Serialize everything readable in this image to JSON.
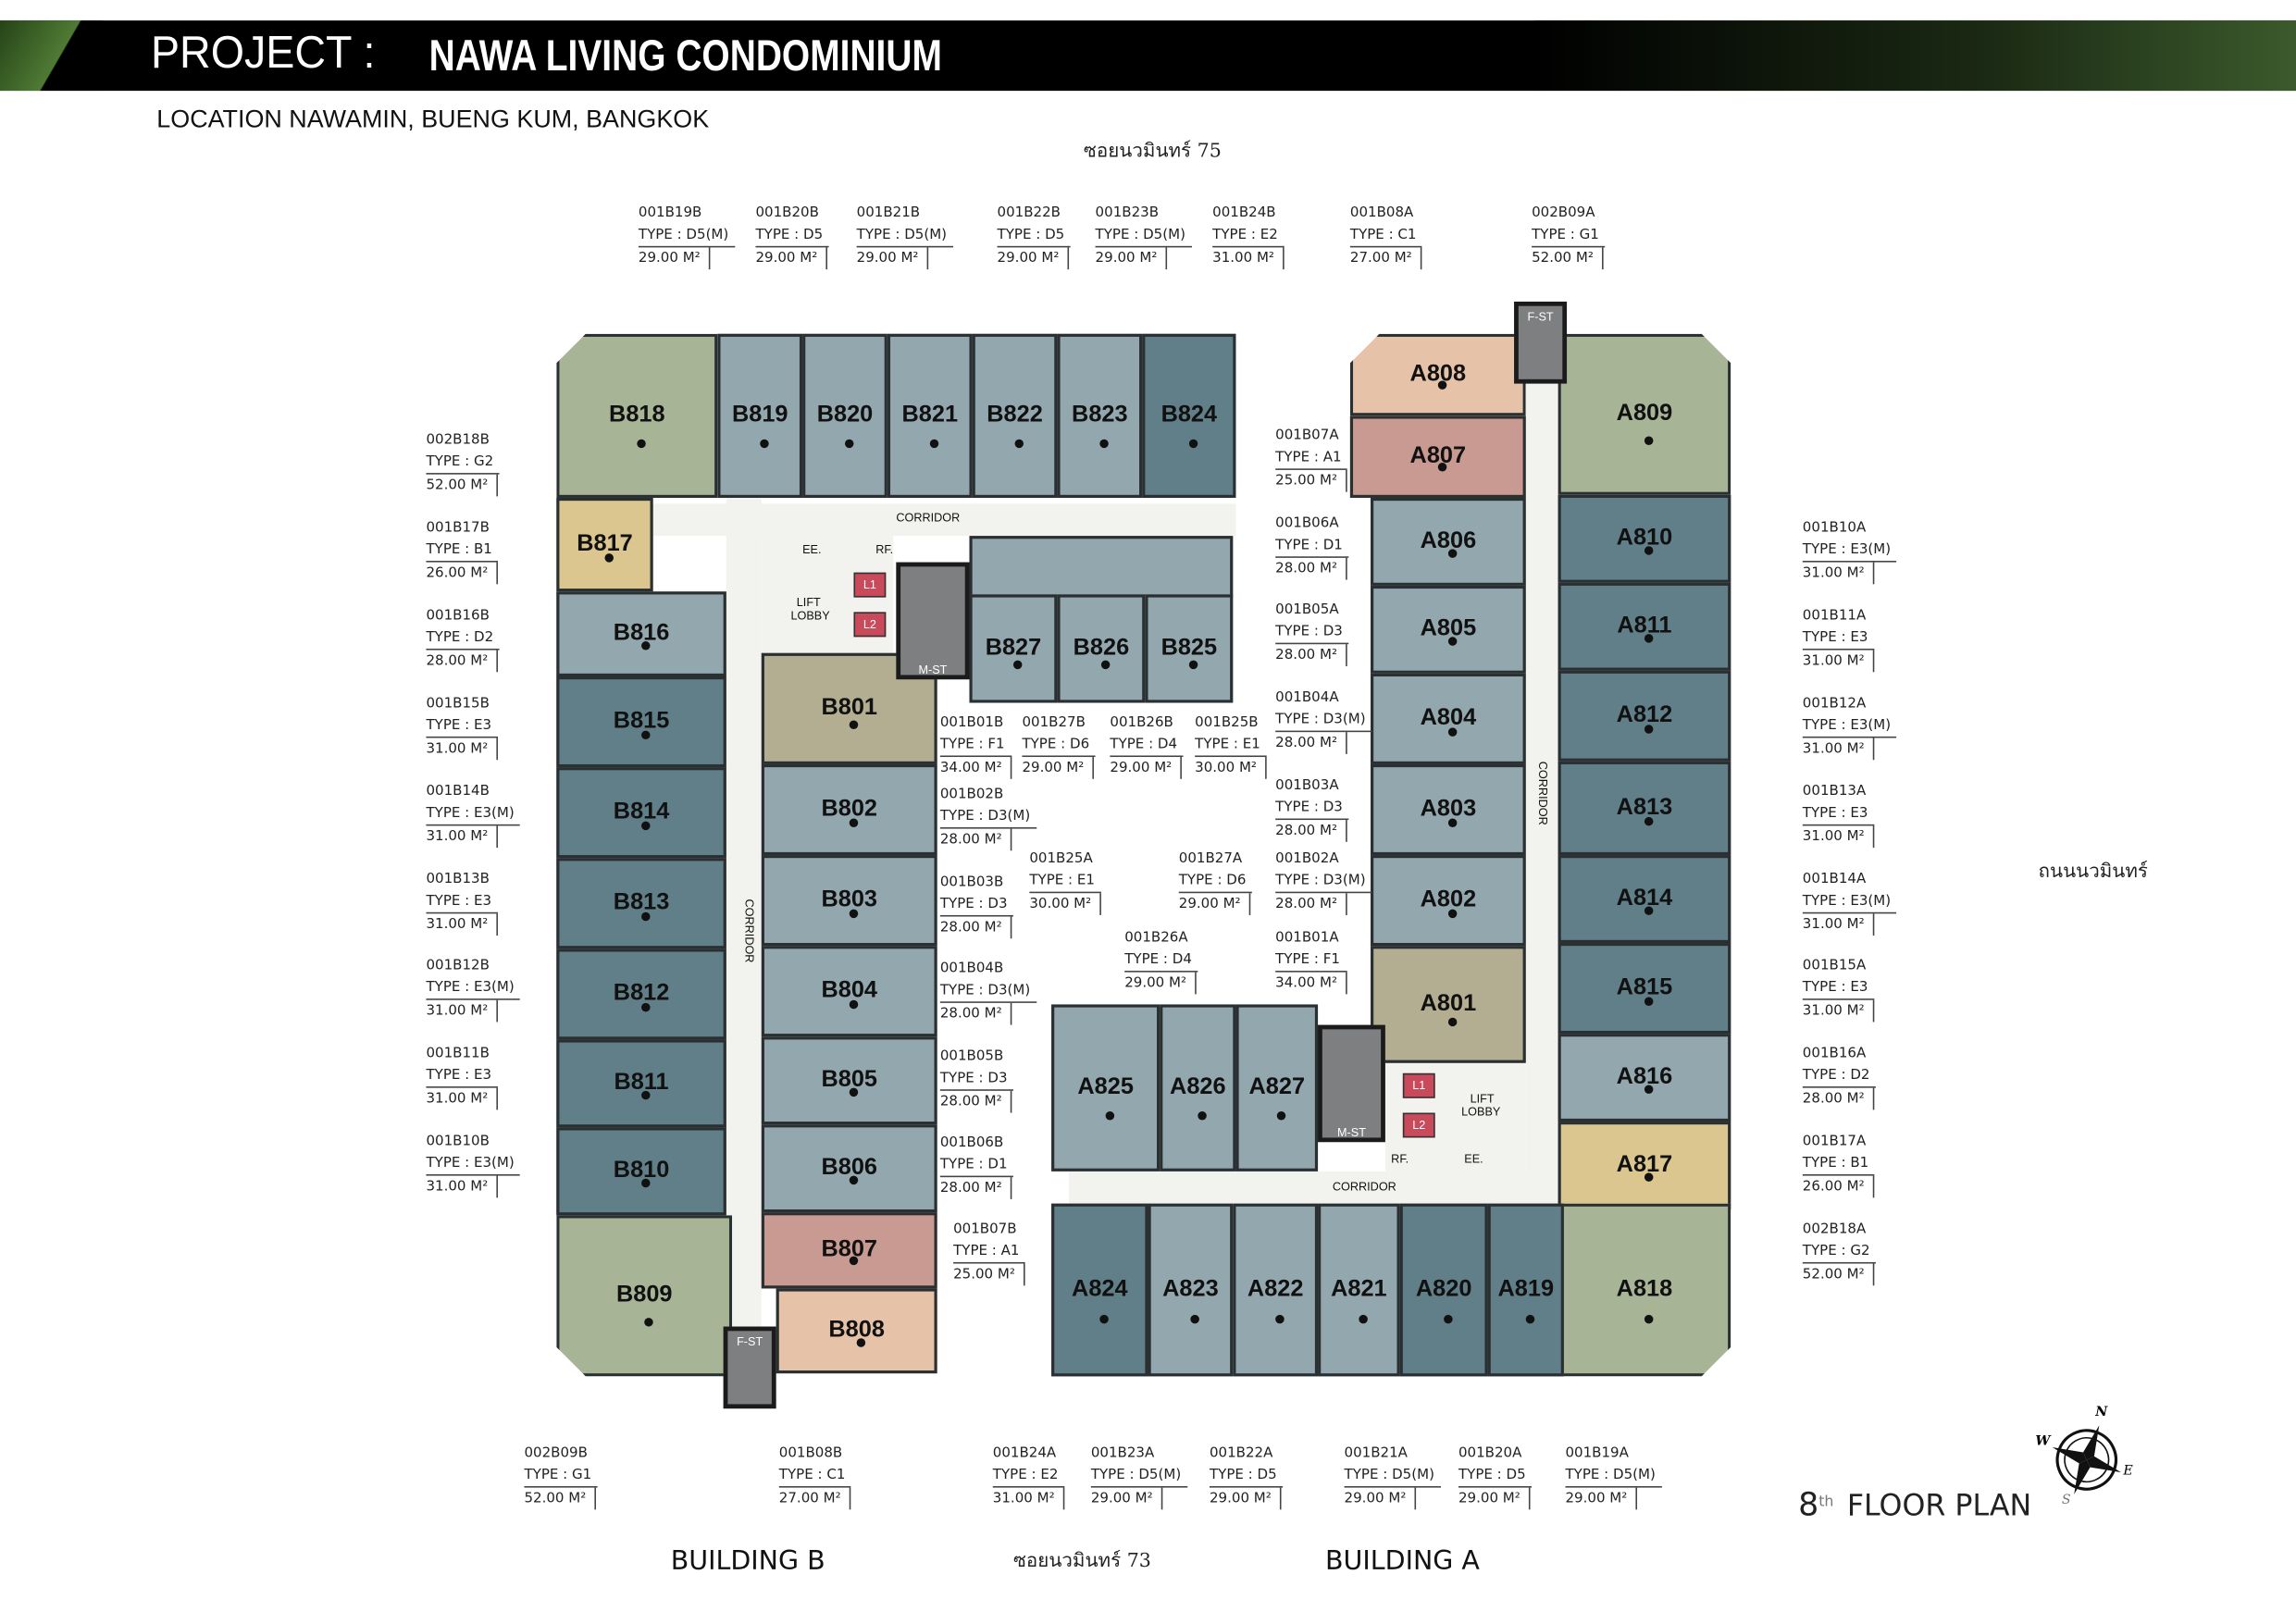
{
  "header": {
    "project_label": "PROJECT :",
    "project_name": "NAWA LIVING CONDOMINIUM",
    "location": "LOCATION  NAWAMIN, BUENG KUM, BANGKOK"
  },
  "streets": {
    "top": "ซอยนวมินทร์ 75",
    "bottom": "ซอยนวมินทร์ 73",
    "right": "ถนนนวมินทร์"
  },
  "buildings": {
    "b": "BUILDING B",
    "a": "BUILDING A"
  },
  "floor_plan": {
    "number": "8",
    "suffix": "th",
    "label": "FLOOR PLAN"
  },
  "compass": {
    "n": "N",
    "e": "E",
    "s": "S",
    "w": "W"
  },
  "labels": {
    "corridor": "CORRIDOR",
    "lift_lobby_1": "LIFT",
    "lift_lobby_2": "LOBBY",
    "ee": "EE.",
    "rf": "RF.",
    "mst": "M-ST",
    "fst": "F-ST",
    "l1": "L1",
    "l2": "L2"
  },
  "palette": {
    "dark": "#617f88",
    "light": "#93a7ae",
    "green": "#a8b496",
    "tan": "#dcc68f",
    "pink": "#c99a91",
    "peach": "#e6c2a8",
    "khaki": "#b3ad92"
  },
  "units": [
    {
      "name": "B818",
      "tone": "green"
    },
    {
      "name": "B819",
      "tone": "light"
    },
    {
      "name": "B820",
      "tone": "light"
    },
    {
      "name": "B821",
      "tone": "light"
    },
    {
      "name": "B822",
      "tone": "light"
    },
    {
      "name": "B823",
      "tone": "light"
    },
    {
      "name": "B824",
      "tone": "dark"
    },
    {
      "name": "B817",
      "tone": "tan"
    },
    {
      "name": "B816",
      "tone": "light"
    },
    {
      "name": "B815",
      "tone": "dark"
    },
    {
      "name": "B814",
      "tone": "dark"
    },
    {
      "name": "B813",
      "tone": "dark"
    },
    {
      "name": "B812",
      "tone": "dark"
    },
    {
      "name": "B811",
      "tone": "dark"
    },
    {
      "name": "B810",
      "tone": "dark"
    },
    {
      "name": "B809",
      "tone": "green"
    },
    {
      "name": "B827",
      "tone": "light"
    },
    {
      "name": "B826",
      "tone": "light"
    },
    {
      "name": "B825",
      "tone": "light"
    },
    {
      "name": "B801",
      "tone": "khaki"
    },
    {
      "name": "B802",
      "tone": "light"
    },
    {
      "name": "B803",
      "tone": "light"
    },
    {
      "name": "B804",
      "tone": "light"
    },
    {
      "name": "B805",
      "tone": "light"
    },
    {
      "name": "B806",
      "tone": "light"
    },
    {
      "name": "B807",
      "tone": "pink"
    },
    {
      "name": "B808",
      "tone": "peach"
    },
    {
      "name": "A808",
      "tone": "peach"
    },
    {
      "name": "A807",
      "tone": "pink"
    },
    {
      "name": "A809",
      "tone": "green"
    },
    {
      "name": "A806",
      "tone": "light"
    },
    {
      "name": "A805",
      "tone": "light"
    },
    {
      "name": "A804",
      "tone": "light"
    },
    {
      "name": "A803",
      "tone": "light"
    },
    {
      "name": "A802",
      "tone": "light"
    },
    {
      "name": "A801",
      "tone": "khaki"
    },
    {
      "name": "A810",
      "tone": "dark"
    },
    {
      "name": "A811",
      "tone": "dark"
    },
    {
      "name": "A812",
      "tone": "dark"
    },
    {
      "name": "A813",
      "tone": "dark"
    },
    {
      "name": "A814",
      "tone": "dark"
    },
    {
      "name": "A815",
      "tone": "dark"
    },
    {
      "name": "A816",
      "tone": "light"
    },
    {
      "name": "A817",
      "tone": "tan"
    },
    {
      "name": "A818",
      "tone": "green"
    },
    {
      "name": "A825",
      "tone": "light"
    },
    {
      "name": "A826",
      "tone": "light"
    },
    {
      "name": "A827",
      "tone": "light"
    },
    {
      "name": "A824",
      "tone": "dark"
    },
    {
      "name": "A823",
      "tone": "light"
    },
    {
      "name": "A822",
      "tone": "light"
    },
    {
      "name": "A821",
      "tone": "light"
    },
    {
      "name": "A820",
      "tone": "dark"
    },
    {
      "name": "A819",
      "tone": "dark"
    }
  ],
  "callouts": [
    {
      "code": "001B19B",
      "type": "TYPE : D5(M)",
      "area": "29.00 M²"
    },
    {
      "code": "001B20B",
      "type": "TYPE : D5",
      "area": "29.00 M²"
    },
    {
      "code": "001B21B",
      "type": "TYPE : D5(M)",
      "area": "29.00 M²"
    },
    {
      "code": "001B22B",
      "type": "TYPE : D5",
      "area": "29.00 M²"
    },
    {
      "code": "001B23B",
      "type": "TYPE : D5(M)",
      "area": "29.00 M²"
    },
    {
      "code": "001B24B",
      "type": "TYPE : E2",
      "area": "31.00 M²"
    },
    {
      "code": "001B08A",
      "type": "TYPE : C1",
      "area": "27.00 M²"
    },
    {
      "code": "002B09A",
      "type": "TYPE : G1",
      "area": "52.00 M²"
    },
    {
      "code": "002B18B",
      "type": "TYPE : G2",
      "area": "52.00 M²"
    },
    {
      "code": "001B17B",
      "type": "TYPE : B1",
      "area": "26.00 M²"
    },
    {
      "code": "001B16B",
      "type": "TYPE : D2",
      "area": "28.00 M²"
    },
    {
      "code": "001B15B",
      "type": "TYPE : E3",
      "area": "31.00 M²"
    },
    {
      "code": "001B14B",
      "type": "TYPE : E3(M)",
      "area": "31.00 M²"
    },
    {
      "code": "001B13B",
      "type": "TYPE : E3",
      "area": "31.00 M²"
    },
    {
      "code": "001B12B",
      "type": "TYPE : E3(M)",
      "area": "31.00 M²"
    },
    {
      "code": "001B11B",
      "type": "TYPE : E3",
      "area": "31.00 M²"
    },
    {
      "code": "001B10B",
      "type": "TYPE : E3(M)",
      "area": "31.00 M²"
    },
    {
      "code": "001B01B",
      "type": "TYPE : F1",
      "area": "34.00 M²"
    },
    {
      "code": "001B27B",
      "type": "TYPE : D6",
      "area": "29.00 M²"
    },
    {
      "code": "001B26B",
      "type": "TYPE : D4",
      "area": "29.00 M²"
    },
    {
      "code": "001B25B",
      "type": "TYPE : E1",
      "area": "30.00 M²"
    },
    {
      "code": "001B02B",
      "type": "TYPE : D3(M)",
      "area": "28.00 M²"
    },
    {
      "code": "001B03B",
      "type": "TYPE : D3",
      "area": "28.00 M²"
    },
    {
      "code": "001B04B",
      "type": "TYPE : D3(M)",
      "area": "28.00 M²"
    },
    {
      "code": "001B05B",
      "type": "TYPE : D3",
      "area": "28.00 M²"
    },
    {
      "code": "001B06B",
      "type": "TYPE : D1",
      "area": "28.00 M²"
    },
    {
      "code": "001B07B",
      "type": "TYPE : A1",
      "area": "25.00 M²"
    },
    {
      "code": "001B07A",
      "type": "TYPE : A1",
      "area": "25.00 M²"
    },
    {
      "code": "001B06A",
      "type": "TYPE : D1",
      "area": "28.00 M²"
    },
    {
      "code": "001B05A",
      "type": "TYPE : D3",
      "area": "28.00 M²"
    },
    {
      "code": "001B04A",
      "type": "TYPE : D3(M)",
      "area": "28.00 M²"
    },
    {
      "code": "001B03A",
      "type": "TYPE : D3",
      "area": "28.00 M²"
    },
    {
      "code": "001B02A",
      "type": "TYPE : D3(M)",
      "area": "28.00 M²"
    },
    {
      "code": "001B01A",
      "type": "TYPE : F1",
      "area": "34.00 M²"
    },
    {
      "code": "001B25A",
      "type": "TYPE : E1",
      "area": "30.00 M²"
    },
    {
      "code": "001B27A",
      "type": "TYPE : D6",
      "area": "29.00 M²"
    },
    {
      "code": "001B26A",
      "type": "TYPE : D4",
      "area": "29.00 M²"
    },
    {
      "code": "001B10A",
      "type": "TYPE : E3(M)",
      "area": "31.00 M²"
    },
    {
      "code": "001B11A",
      "type": "TYPE : E3",
      "area": "31.00 M²"
    },
    {
      "code": "001B12A",
      "type": "TYPE : E3(M)",
      "area": "31.00 M²"
    },
    {
      "code": "001B13A",
      "type": "TYPE : E3",
      "area": "31.00 M²"
    },
    {
      "code": "001B14A",
      "type": "TYPE : E3(M)",
      "area": "31.00 M²"
    },
    {
      "code": "001B15A",
      "type": "TYPE : E3",
      "area": "31.00 M²"
    },
    {
      "code": "001B16A",
      "type": "TYPE : D2",
      "area": "28.00 M²"
    },
    {
      "code": "001B17A",
      "type": "TYPE : B1",
      "area": "26.00 M²"
    },
    {
      "code": "002B18A",
      "type": "TYPE : G2",
      "area": "52.00 M²"
    },
    {
      "code": "002B09B",
      "type": "TYPE : G1",
      "area": "52.00 M²"
    },
    {
      "code": "001B08B",
      "type": "TYPE : C1",
      "area": "27.00 M²"
    },
    {
      "code": "001B24A",
      "type": "TYPE : E2",
      "area": "31.00 M²"
    },
    {
      "code": "001B23A",
      "type": "TYPE : D5(M)",
      "area": "29.00 M²"
    },
    {
      "code": "001B22A",
      "type": "TYPE : D5",
      "area": "29.00 M²"
    },
    {
      "code": "001B21A",
      "type": "TYPE : D5(M)",
      "area": "29.00 M²"
    },
    {
      "code": "001B20A",
      "type": "TYPE : D5",
      "area": "29.00 M²"
    },
    {
      "code": "001B19A",
      "type": "TYPE : D5(M)",
      "area": "29.00 M²"
    }
  ]
}
